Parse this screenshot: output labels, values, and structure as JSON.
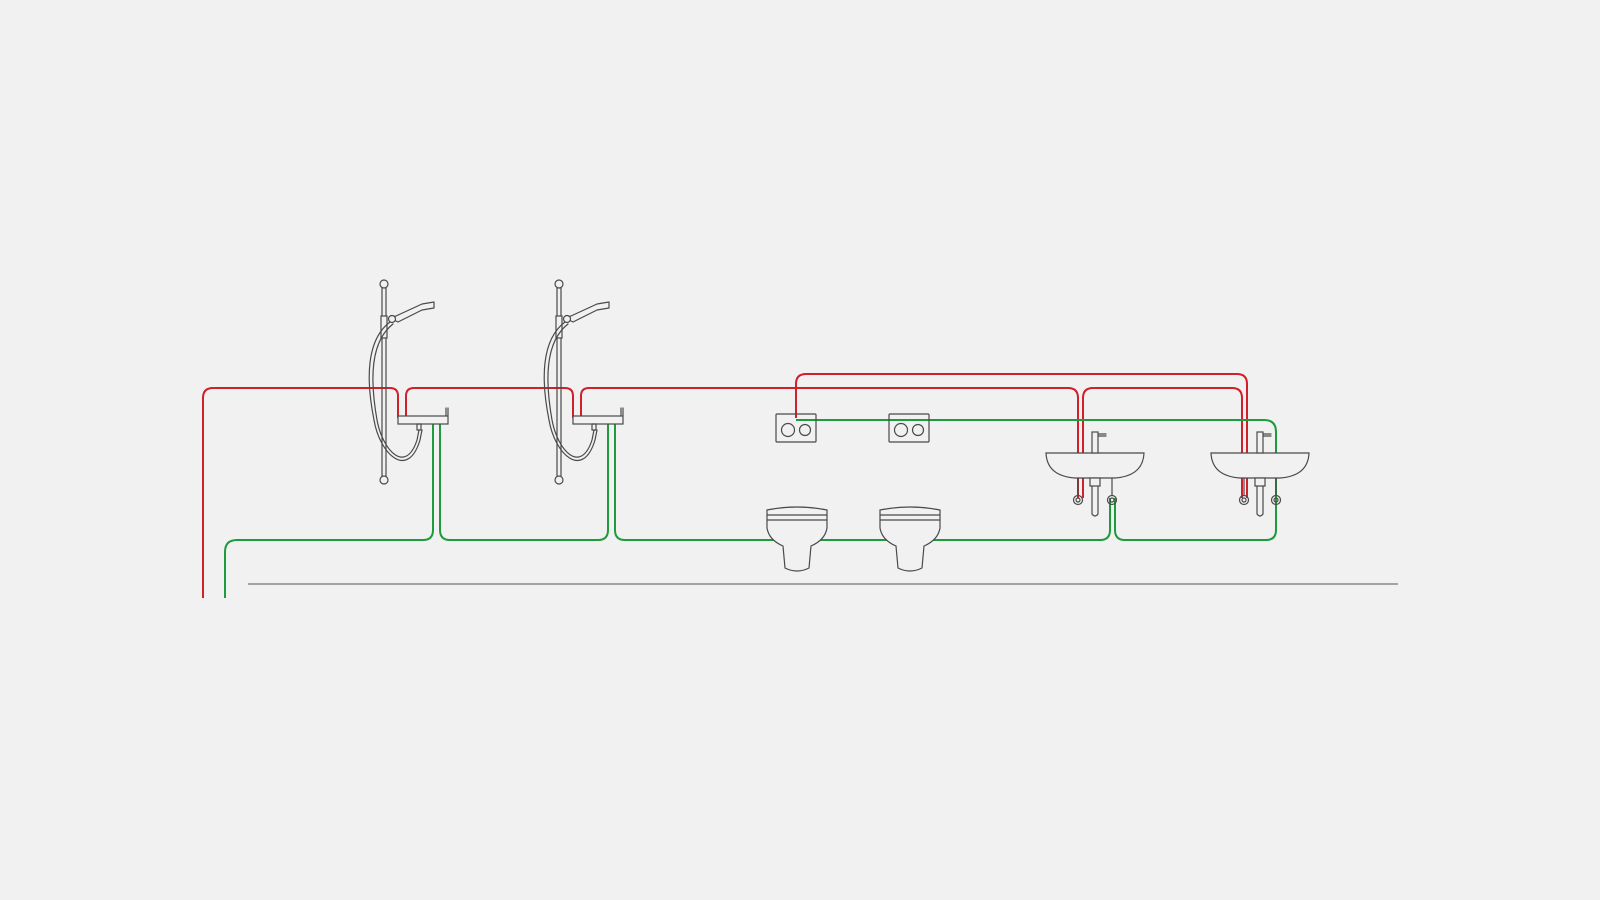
{
  "diagram": {
    "colors": {
      "background": "#f1f1f1",
      "hot_water": "#d0202a",
      "cold_water": "#1f9a3c",
      "fixture_outline": "#4a4a4a",
      "floor_line": "#555555"
    },
    "fixtures": [
      {
        "type": "shower",
        "icon": "shower-icon"
      },
      {
        "type": "shower",
        "icon": "shower-icon"
      },
      {
        "type": "flush-plate",
        "icon": "flush-plate-icon"
      },
      {
        "type": "flush-plate",
        "icon": "flush-plate-icon"
      },
      {
        "type": "wall-hung-toilet",
        "icon": "toilet-icon"
      },
      {
        "type": "wall-hung-toilet",
        "icon": "toilet-icon"
      },
      {
        "type": "washbasin",
        "icon": "washbasin-icon"
      },
      {
        "type": "washbasin",
        "icon": "washbasin-icon"
      }
    ],
    "pipes": [
      {
        "type": "hot-water"
      },
      {
        "type": "cold-water"
      }
    ]
  }
}
